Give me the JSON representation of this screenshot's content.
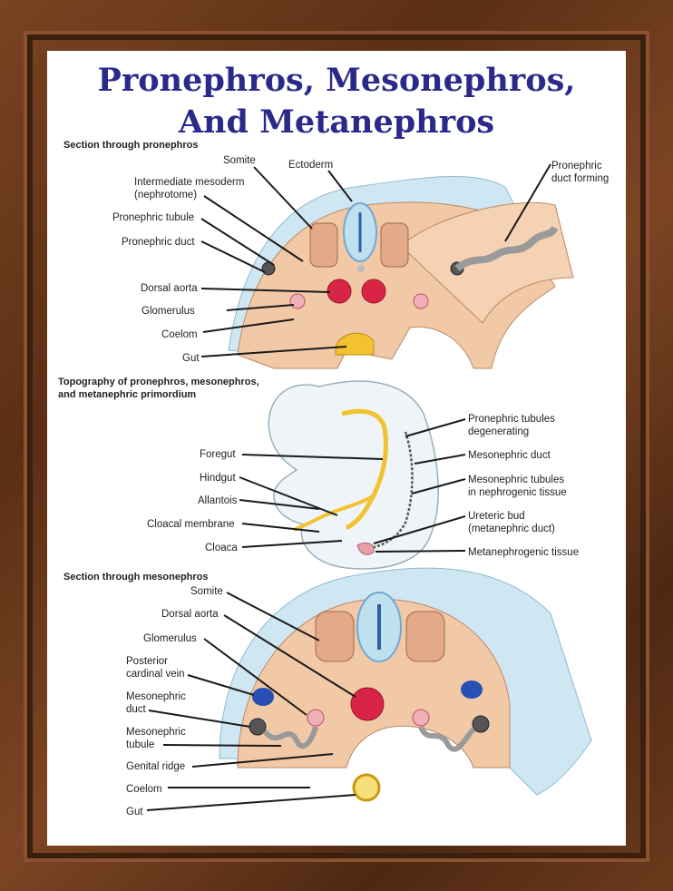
{
  "title": {
    "line1": "Pronephros, Mesonephros,",
    "line2": "And Metanephros"
  },
  "section1": {
    "heading": "Section through pronephros",
    "labels": {
      "somite": "Somite",
      "ectoderm": "Ectoderm",
      "pronephric_duct_forming_1": "Pronephric",
      "pronephric_duct_forming_2": "duct forming",
      "intermediate_mesoderm_1": "Intermediate mesoderm",
      "intermediate_mesoderm_2": "(nephrotome)",
      "pronephric_tubule": "Pronephric tubule",
      "pronephric_duct": "Pronephric duct",
      "dorsal_aorta": "Dorsal aorta",
      "glomerulus": "Glomerulus",
      "coelom": "Coelom",
      "gut": "Gut"
    }
  },
  "section2": {
    "heading_1": "Topography of pronephros, mesonephros,",
    "heading_2": "and metanephric primordium",
    "labels": {
      "foregut": "Foregut",
      "hindgut": "Hindgut",
      "allantois": "Allantois",
      "cloacal_membrane": "Cloacal membrane",
      "cloaca": "Cloaca",
      "pronephric_tubules_1": "Pronephric tubules",
      "pronephric_tubules_2": "degenerating",
      "mesonephric_duct": "Mesonephric duct",
      "mesonephric_tubules_1": "Mesonephric tubules",
      "mesonephric_tubules_2": "in nephrogenic tissue",
      "ureteric_bud_1": "Ureteric bud",
      "ureteric_bud_2": "(metanephric duct)",
      "metanephrogenic_tissue": "Metanephrogenic tissue"
    }
  },
  "section3": {
    "heading": "Section through mesonephros",
    "labels": {
      "somite": "Somite",
      "dorsal_aorta": "Dorsal aorta",
      "glomerulus": "Glomerulus",
      "posterior_cardinal_1": "Posterior",
      "posterior_cardinal_2": "cardinal vein",
      "mesonephric_duct_1": "Mesonephric",
      "mesonephric_duct_2": "duct",
      "mesonephric_tubule_1": "Mesonephric",
      "mesonephric_tubule_2": "tubule",
      "genital_ridge": "Genital ridge",
      "coelom": "Coelom",
      "gut": "Gut"
    }
  },
  "colors": {
    "title": "#2b2a8a",
    "tissue": "#f2c9a6",
    "ectoderm_blue": "#bfe0ee",
    "neural_tube_blue": "#6fa8d6",
    "aorta_red": "#d92545",
    "gut_yellow": "#f2c230",
    "cardinal_vein_blue": "#2850b4"
  }
}
